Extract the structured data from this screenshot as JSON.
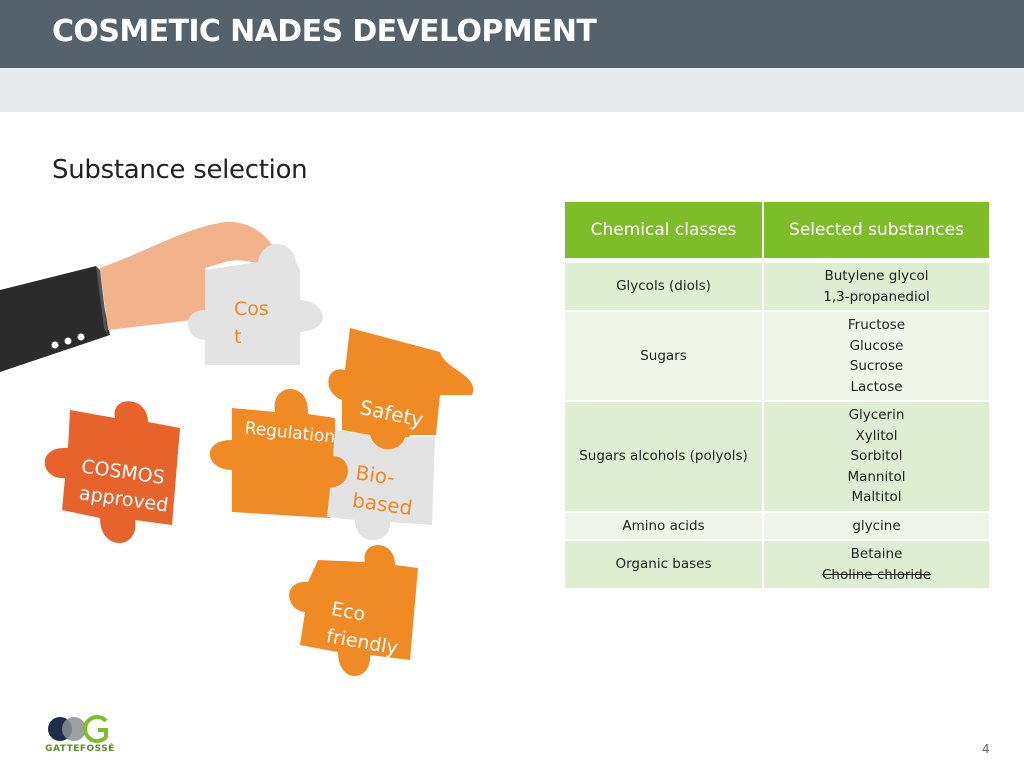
{
  "header": {
    "title": "COSMETIC NADES DEVELOPMENT"
  },
  "section": {
    "title": "Substance selection"
  },
  "puzzle": {
    "pieces": {
      "cost": "Cost",
      "safety": "Safety",
      "regulation": "Regulation",
      "biobased_line1": "Bio-",
      "biobased_line2": "based",
      "cosmos_line1": "COSMOS",
      "cosmos_line2": "approved",
      "eco_line1": "Eco",
      "eco_line2": "friendly"
    },
    "colors": {
      "orange": "#f08a24",
      "orange_light": "#f6a23d",
      "red_orange": "#e8632b",
      "grey": "#e3e3e3",
      "sleeve": "#2b2b2b",
      "skin": "#f2b38c"
    }
  },
  "table": {
    "headers": [
      "Chemical classes",
      "Selected substances"
    ],
    "rows": [
      {
        "class": "Glycols (diols)",
        "substances": [
          {
            "text": "Butylene glycol"
          },
          {
            "text": "1,3-propanediol"
          }
        ]
      },
      {
        "class": "Sugars",
        "substances": [
          {
            "text": "Fructose"
          },
          {
            "text": "Glucose"
          },
          {
            "text": "Sucrose"
          },
          {
            "text": "Lactose"
          }
        ]
      },
      {
        "class": "Sugars alcohols (polyols)",
        "substances": [
          {
            "text": "Glycerin"
          },
          {
            "text": "Xylitol"
          },
          {
            "text": "Sorbitol"
          },
          {
            "text": "Mannitol"
          },
          {
            "text": "Maltitol"
          }
        ]
      },
      {
        "class": "Amino acids",
        "substances": [
          {
            "text": "glycine"
          }
        ]
      },
      {
        "class": "Organic bases",
        "substances": [
          {
            "text": "Betaine"
          },
          {
            "text": "Choline chloride",
            "strikethrough": true
          }
        ]
      }
    ],
    "colors": {
      "header": "#7ebd2a",
      "row_dark": "#dfeed2",
      "row_light": "#eff6e9"
    }
  },
  "footer": {
    "logo_text": "GATTEFOSSÉ",
    "page_number": "4"
  }
}
